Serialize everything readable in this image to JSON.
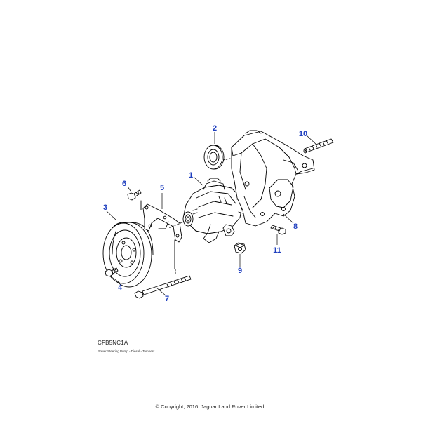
{
  "diagram": {
    "code": "CFB5NC1A",
    "caption": "Power Steering Pump - Diesel - Tempest",
    "copyright": "© Copyright, 2016. Jaguar Land Rover Limited.",
    "callout_color": "#1f3fbf",
    "callouts": [
      {
        "id": "1",
        "label": "1"
      },
      {
        "id": "2",
        "label": "2"
      },
      {
        "id": "3",
        "label": "3"
      },
      {
        "id": "4",
        "label": "4"
      },
      {
        "id": "5",
        "label": "5"
      },
      {
        "id": "6",
        "label": "6"
      },
      {
        "id": "7",
        "label": "7"
      },
      {
        "id": "8",
        "label": "8"
      },
      {
        "id": "9",
        "label": "9"
      },
      {
        "id": "10",
        "label": "10"
      },
      {
        "id": "11",
        "label": "11"
      }
    ]
  }
}
